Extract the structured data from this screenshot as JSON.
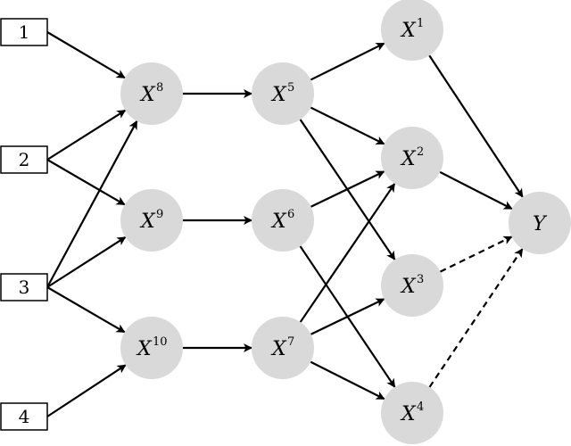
{
  "inputs": [
    {
      "id": "in1",
      "label": "1"
    },
    {
      "id": "in2",
      "label": "2"
    },
    {
      "id": "in3",
      "label": "3"
    },
    {
      "id": "in4",
      "label": "4"
    }
  ],
  "nodes": [
    {
      "id": "X8",
      "base": "X",
      "sup": "8"
    },
    {
      "id": "X9",
      "base": "X",
      "sup": "9"
    },
    {
      "id": "X10",
      "base": "X",
      "sup": "10"
    },
    {
      "id": "X5",
      "base": "X",
      "sup": "5"
    },
    {
      "id": "X6",
      "base": "X",
      "sup": "6"
    },
    {
      "id": "X7",
      "base": "X",
      "sup": "7"
    },
    {
      "id": "X1",
      "base": "X",
      "sup": "1"
    },
    {
      "id": "X2",
      "base": "X",
      "sup": "2"
    },
    {
      "id": "X3",
      "base": "X",
      "sup": "3"
    },
    {
      "id": "X4",
      "base": "X",
      "sup": "4"
    },
    {
      "id": "Y",
      "base": "Y",
      "sup": ""
    }
  ],
  "edges": [
    {
      "from": "in1",
      "to": "X8",
      "style": "solid"
    },
    {
      "from": "in2",
      "to": "X8",
      "style": "solid"
    },
    {
      "from": "in2",
      "to": "X9",
      "style": "solid"
    },
    {
      "from": "in3",
      "to": "X8",
      "style": "solid"
    },
    {
      "from": "in3",
      "to": "X9",
      "style": "solid"
    },
    {
      "from": "in3",
      "to": "X10",
      "style": "solid"
    },
    {
      "from": "in4",
      "to": "X10",
      "style": "solid"
    },
    {
      "from": "X8",
      "to": "X5",
      "style": "solid"
    },
    {
      "from": "X9",
      "to": "X6",
      "style": "solid"
    },
    {
      "from": "X10",
      "to": "X7",
      "style": "solid"
    },
    {
      "from": "X5",
      "to": "X1",
      "style": "solid"
    },
    {
      "from": "X5",
      "to": "X2",
      "style": "solid"
    },
    {
      "from": "X5",
      "to": "X3",
      "style": "solid"
    },
    {
      "from": "X6",
      "to": "X2",
      "style": "solid"
    },
    {
      "from": "X6",
      "to": "X4",
      "style": "solid"
    },
    {
      "from": "X7",
      "to": "X2",
      "style": "solid"
    },
    {
      "from": "X7",
      "to": "X3",
      "style": "solid"
    },
    {
      "from": "X7",
      "to": "X4",
      "style": "solid"
    },
    {
      "from": "X1",
      "to": "Y",
      "style": "solid"
    },
    {
      "from": "X2",
      "to": "Y",
      "style": "solid"
    },
    {
      "from": "X3",
      "to": "Y",
      "style": "dashed"
    },
    {
      "from": "X4",
      "to": "Y",
      "style": "dashed"
    }
  ]
}
